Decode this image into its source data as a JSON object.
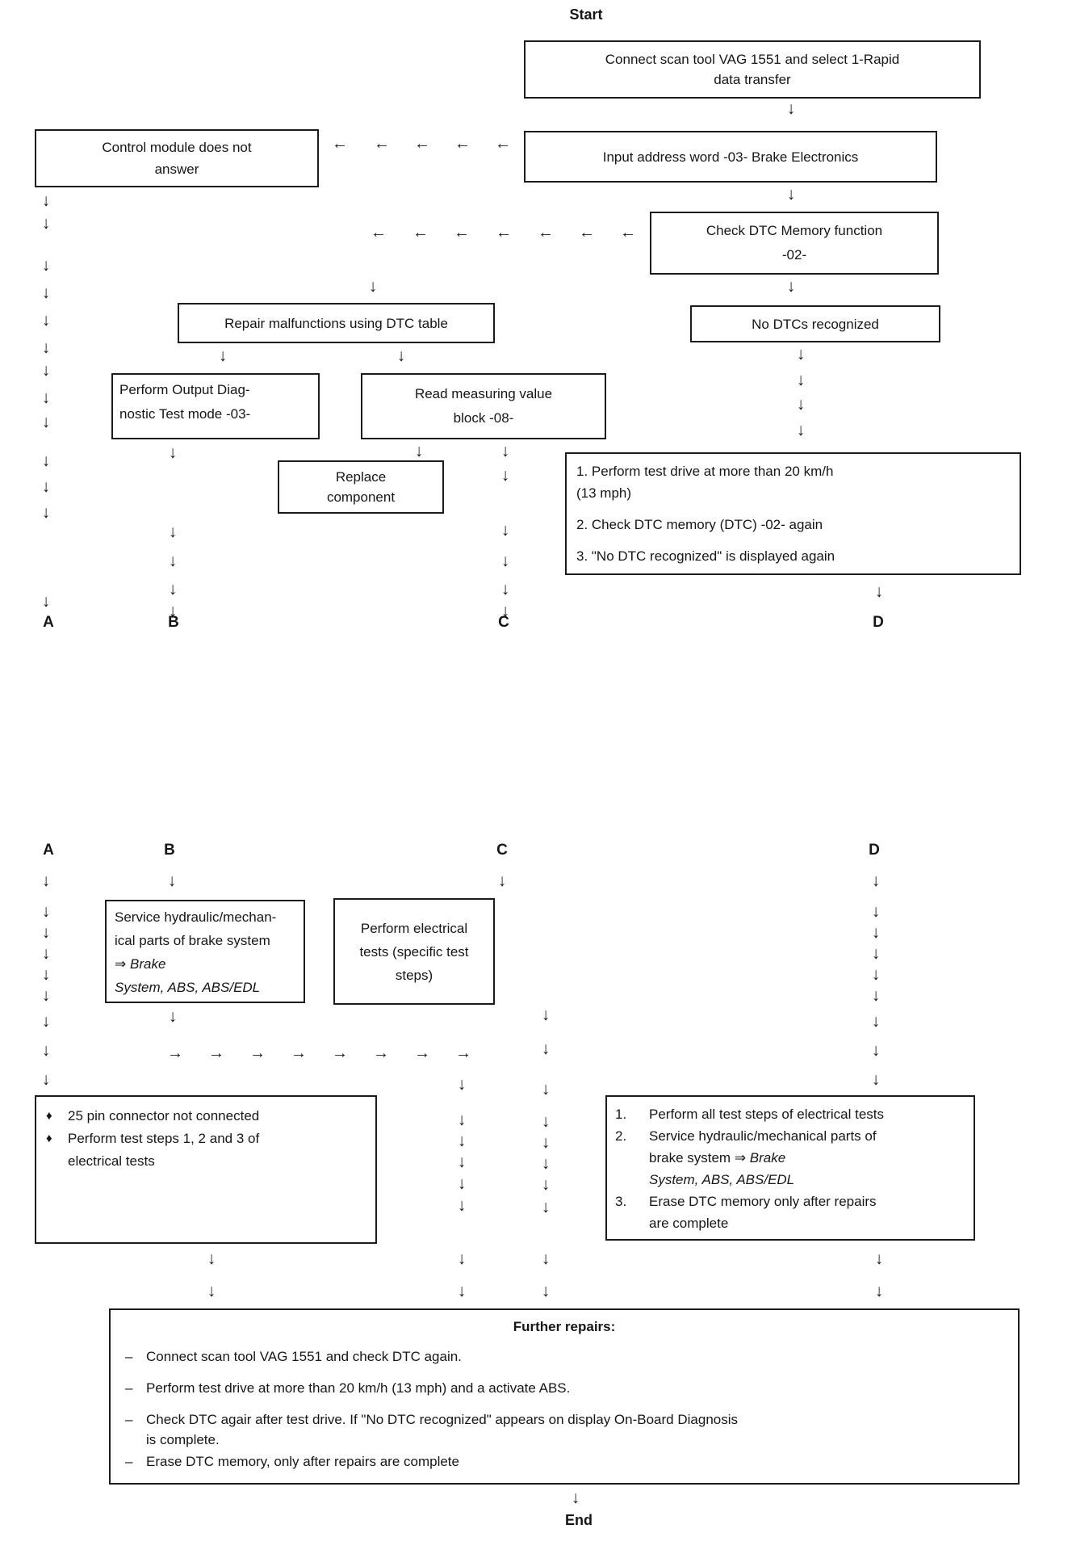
{
  "icons": {
    "down_arrow": "↓",
    "left_arrow": "←",
    "right_arrow": "→",
    "ref_arrow": "⇒",
    "diamond_bullet": "♦",
    "dash_bullet": "–"
  },
  "labels": {
    "a": "A",
    "b": "B",
    "c": "C",
    "d": "D"
  },
  "flow1": {
    "start": "Start",
    "connect_l1": "Connect scan tool VAG 1551 and select 1-Rapid",
    "connect_l2": "data transfer",
    "control_l1": "Control module does not",
    "control_l2": "answer",
    "input": "Input address word -03- Brake Electronics",
    "check_l1": "Check DTC Memory function",
    "check_l2": "-02-",
    "repair": "Repair malfunctions using DTC table",
    "no_dtc": "No DTCs recognized",
    "output_l1": "Perform Output Diag-",
    "output_l2": "nostic Test mode -03-",
    "read_l1": "Read measuring value",
    "read_l2": "block -08-",
    "replace_l1": "Replace",
    "replace_l2": "component",
    "drive_1a": "1. Perform test drive at more than 20 km/h",
    "drive_1b": "(13 mph)",
    "drive_2": "2. Check DTC memory (DTC) -02- again",
    "drive_3": "3. \"No DTC recognized\" is displayed again"
  },
  "flow2": {
    "service_l1": "Service hydraulic/mechan-",
    "service_l2": "ical parts of brake system",
    "service_i1": "Brake",
    "service_i2": "System, ABS, ABS/EDL",
    "electrical_l1": "Perform electrical",
    "electrical_l2": "tests (specific test",
    "electrical_l3": "steps)",
    "pin_item1": "25 pin connector not connected",
    "pin_item2a": "Perform test steps 1, 2 and 3 of",
    "pin_item2b": "electrical tests",
    "steps_n1": "1.",
    "steps_t1": "Perform all test steps of electrical tests",
    "steps_n2": "2.",
    "steps_t2a": "Service hydraulic/mechanical parts of",
    "steps_t2b": "brake system ",
    "steps_i1": "Brake",
    "steps_i2": "System, ABS, ABS/EDL",
    "steps_n3": "3.",
    "steps_t3a": "Erase DTC memory only after repairs",
    "steps_t3b": "are complete"
  },
  "further": {
    "title": "Further repairs:",
    "item1": "Connect scan tool VAG 1551 and check DTC again.",
    "item2": "Perform test drive at more than 20 km/h (13 mph) and a activate ABS.",
    "item3a": "Check DTC agair after test drive. If \"No DTC recognized\" appears on display On-Board Diagnosis",
    "item3b": "is complete.",
    "item4": "Erase DTC memory, only after repairs are complete",
    "end": "End"
  }
}
